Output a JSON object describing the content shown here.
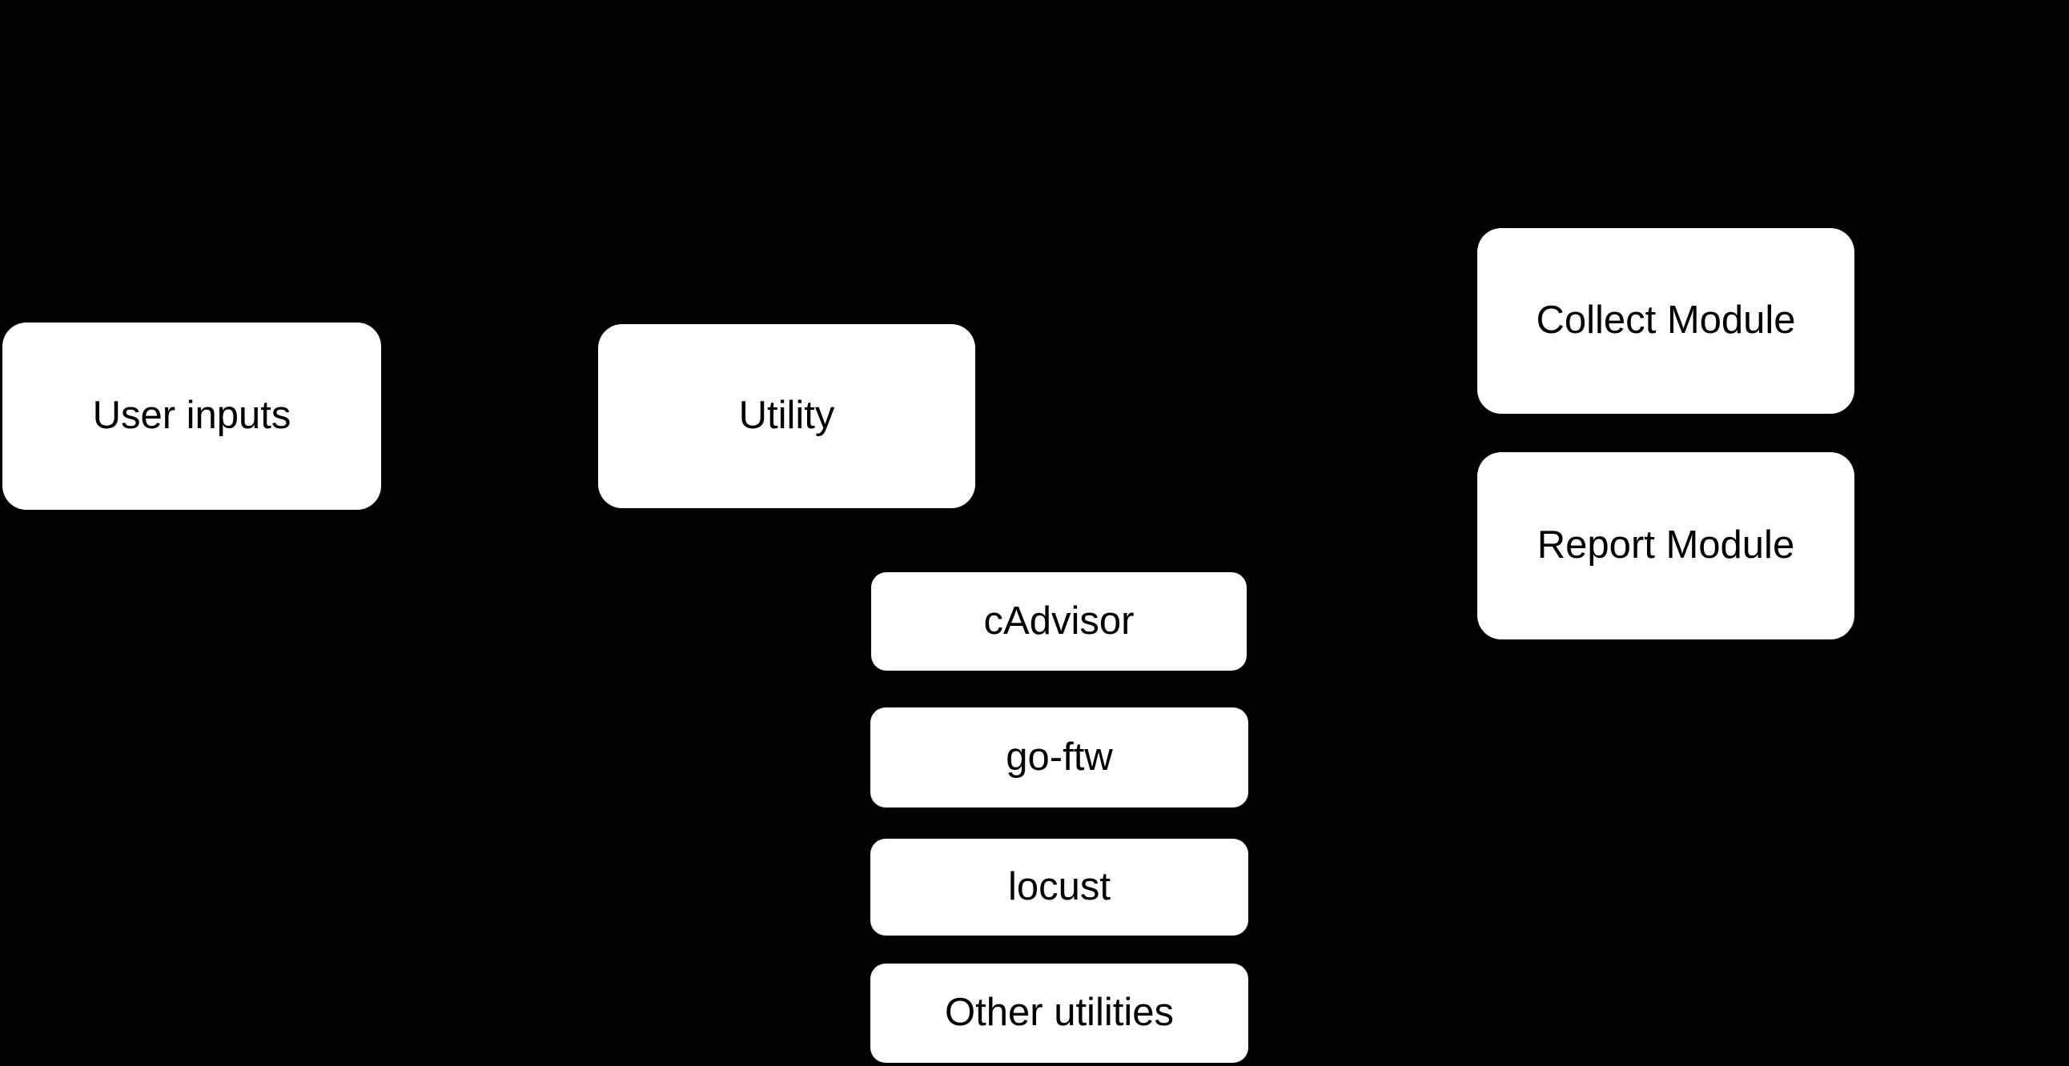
{
  "diagram": {
    "background_color": "#000000",
    "node_fill_color": "#ffffff",
    "node_text_color": "#000000",
    "nodes": [
      {
        "id": "user-inputs",
        "label": "User inputs"
      },
      {
        "id": "utility",
        "label": "Utility"
      },
      {
        "id": "collect-module",
        "label": "Collect Module"
      },
      {
        "id": "report-module",
        "label": "Report Module"
      },
      {
        "id": "cadvisor",
        "label": "cAdvisor"
      },
      {
        "id": "go-ftw",
        "label": "go-ftw"
      },
      {
        "id": "locust",
        "label": "locust"
      },
      {
        "id": "other-utilities",
        "label": "Other utilities"
      }
    ]
  }
}
